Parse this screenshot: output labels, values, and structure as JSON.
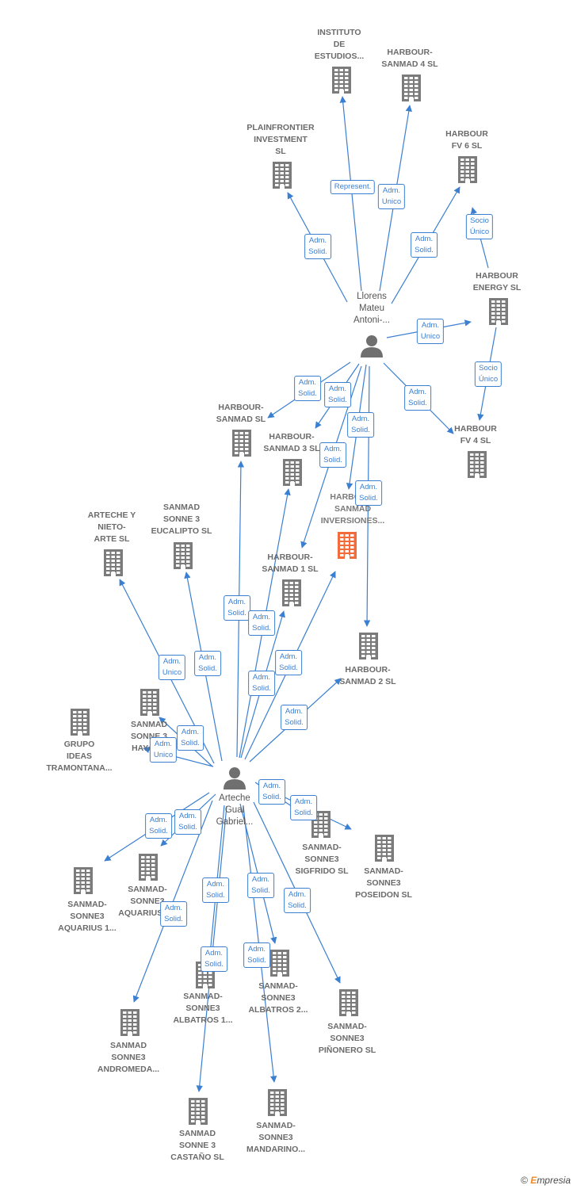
{
  "colors": {
    "edge": "#3b7fd1",
    "node": "#7b7b7b",
    "highlight": "#f26b3a",
    "badge_border": "#3b7fd1"
  },
  "persons": [
    {
      "id": "llorens",
      "lines": [
        "Llorens",
        "Mateu",
        "Antoni-..."
      ]
    },
    {
      "id": "arteche",
      "lines": [
        "Arteche",
        "Gual",
        "Gabriel..."
      ]
    }
  ],
  "companies": [
    {
      "id": "instituto",
      "lines": [
        "INSTITUTO",
        "DE",
        "ESTUDIOS..."
      ]
    },
    {
      "id": "hs4",
      "lines": [
        "HARBOUR-",
        "SANMAD 4  SL"
      ]
    },
    {
      "id": "plain",
      "lines": [
        "PLAINFRONTIER",
        "INVESTMENT",
        "SL"
      ]
    },
    {
      "id": "fv6",
      "lines": [
        "HARBOUR",
        "FV 6  SL"
      ]
    },
    {
      "id": "energy",
      "lines": [
        "HARBOUR",
        "ENERGY  SL"
      ]
    },
    {
      "id": "fv4",
      "lines": [
        "HARBOUR",
        "FV 4  SL"
      ]
    },
    {
      "id": "hs",
      "lines": [
        "HARBOUR-",
        "SANMAD  SL"
      ]
    },
    {
      "id": "hs3",
      "lines": [
        "HARBOUR-",
        "SANMAD 3  SL"
      ]
    },
    {
      "id": "hsinv",
      "lines": [
        "HARBOUR-",
        "SANMAD",
        "INVERSIONES..."
      ]
    },
    {
      "id": "arteche_nieto",
      "lines": [
        "ARTECHE Y",
        "NIETO-",
        "ARTE  SL"
      ]
    },
    {
      "id": "eucalipto",
      "lines": [
        "SANMAD",
        "SONNE 3",
        "EUCALIPTO  SL"
      ]
    },
    {
      "id": "hs1",
      "lines": [
        "HARBOUR-",
        "SANMAD 1  SL"
      ]
    },
    {
      "id": "hs2",
      "lines": [
        "HARBOUR-",
        "SANMAD 2  SL"
      ]
    },
    {
      "id": "haya",
      "lines": [
        "SANMAD",
        "SONNE 3",
        "HAYA  SL"
      ]
    },
    {
      "id": "grupo",
      "lines": [
        "GRUPO",
        "IDEAS",
        "TRAMONTANA..."
      ]
    },
    {
      "id": "sigfrido",
      "lines": [
        "SANMAD-",
        "SONNE3",
        "SIGFRIDO  SL"
      ]
    },
    {
      "id": "poseidon",
      "lines": [
        "SANMAD-",
        "SONNE3",
        "POSEIDON  SL"
      ]
    },
    {
      "id": "aquarius1",
      "lines": [
        "SANMAD-",
        "SONNE3",
        "AQUARIUS 1..."
      ]
    },
    {
      "id": "aquarius2",
      "lines": [
        "SANMAD-",
        "SONNE3",
        "AQUARIUS 2..."
      ]
    },
    {
      "id": "albatros1",
      "lines": [
        "SANMAD-",
        "SONNE3",
        "ALBATROS 1..."
      ]
    },
    {
      "id": "albatros2",
      "lines": [
        "SANMAD-",
        "SONNE3",
        "ALBATROS 2..."
      ]
    },
    {
      "id": "pinonero",
      "lines": [
        "SANMAD-",
        "SONNE3",
        "PIÑONERO  SL"
      ]
    },
    {
      "id": "andromeda",
      "lines": [
        "SANMAD",
        "SONNE3",
        "ANDROMEDA..."
      ]
    },
    {
      "id": "castano",
      "lines": [
        "SANMAD",
        "SONNE 3",
        "CASTAÑO  SL"
      ]
    },
    {
      "id": "mandarino",
      "lines": [
        "SANMAD-",
        "SONNE3",
        "MANDARINO..."
      ]
    }
  ],
  "edges": [
    {
      "from": "llorens",
      "to": "instituto",
      "label": [
        "Represent."
      ]
    },
    {
      "from": "llorens",
      "to": "hs4",
      "label": [
        "Adm.",
        "Unico"
      ]
    },
    {
      "from": "llorens",
      "to": "plain",
      "label": [
        "Adm.",
        "Solid."
      ]
    },
    {
      "from": "llorens",
      "to": "fv6",
      "label": [
        "Adm.",
        "Solid."
      ]
    },
    {
      "from": "llorens",
      "to": "energy",
      "label": [
        "Adm.",
        "Unico"
      ]
    },
    {
      "from": "energy",
      "to": "fv6",
      "label": [
        "Socio",
        "Único"
      ]
    },
    {
      "from": "energy",
      "to": "fv4",
      "label": [
        "Socio",
        "Único"
      ]
    },
    {
      "from": "llorens",
      "to": "fv4",
      "label": [
        "Adm.",
        "Solid."
      ]
    },
    {
      "from": "llorens",
      "to": "hs",
      "label": [
        "Adm.",
        "Solid."
      ]
    },
    {
      "from": "llorens",
      "to": "hs3",
      "label": [
        "Adm.",
        "Solid."
      ]
    },
    {
      "from": "llorens",
      "to": "hsinv",
      "label": [
        "Adm.",
        "Solid."
      ]
    },
    {
      "from": "llorens",
      "to": "hs1",
      "label": [
        "Adm.",
        "Solid."
      ]
    },
    {
      "from": "llorens",
      "to": "hs2",
      "label": [
        "Adm.",
        "Solid."
      ]
    },
    {
      "from": "arteche",
      "to": "hs",
      "label": [
        "Adm.",
        "Solid."
      ]
    },
    {
      "from": "arteche",
      "to": "hs3",
      "label": [
        "Adm.",
        "Solid."
      ]
    },
    {
      "from": "arteche",
      "to": "hs1",
      "label": [
        "Adm.",
        "Solid."
      ]
    },
    {
      "from": "arteche",
      "to": "hsinv",
      "label": [
        "Adm.",
        "Solid."
      ]
    },
    {
      "from": "arteche",
      "to": "hs2",
      "label": [
        "Adm.",
        "Solid."
      ]
    },
    {
      "from": "arteche",
      "to": "arteche_nieto",
      "label": [
        "Adm.",
        "Unico"
      ]
    },
    {
      "from": "arteche",
      "to": "eucalipto",
      "label": [
        "Adm.",
        "Solid."
      ]
    },
    {
      "from": "arteche",
      "to": "haya",
      "label": [
        "Adm.",
        "Solid."
      ]
    },
    {
      "from": "arteche",
      "to": "grupo",
      "label": [
        "Adm.",
        "Unico"
      ]
    },
    {
      "from": "arteche",
      "to": "sigfrido",
      "label": [
        "Adm.",
        "Solid."
      ]
    },
    {
      "from": "arteche",
      "to": "poseidon",
      "label": [
        "Adm.",
        "Solid."
      ]
    },
    {
      "from": "arteche",
      "to": "aquarius1",
      "label": [
        "Adm.",
        "Solid."
      ]
    },
    {
      "from": "arteche",
      "to": "aquarius2",
      "label": [
        "Adm.",
        "Solid."
      ]
    },
    {
      "from": "arteche",
      "to": "andromeda",
      "label": [
        "Adm.",
        "Solid."
      ]
    },
    {
      "from": "arteche",
      "to": "albatros1",
      "label": [
        "Adm.",
        "Solid."
      ]
    },
    {
      "from": "arteche",
      "to": "castano",
      "label": [
        "Adm.",
        "Solid."
      ]
    },
    {
      "from": "arteche",
      "to": "albatros2",
      "label": [
        "Adm.",
        "Solid."
      ]
    },
    {
      "from": "arteche",
      "to": "mandarino",
      "label": [
        "Adm.",
        "Solid."
      ]
    },
    {
      "from": "arteche",
      "to": "pinonero",
      "label": [
        "Adm.",
        "Solid."
      ]
    }
  ],
  "brand": {
    "copyright": "©",
    "name_first": "E",
    "name_rest": "mpresia"
  }
}
